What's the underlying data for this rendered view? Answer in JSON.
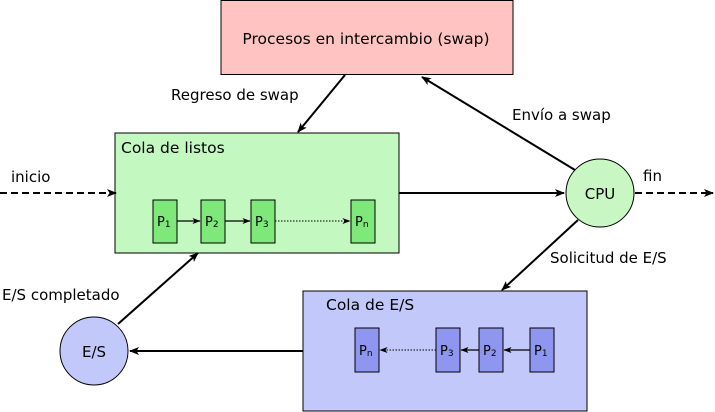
{
  "nodes": {
    "swap_box": "Procesos en intercambio (swap)",
    "ready_queue": "Cola de listos",
    "io_queue": "Cola de E/S",
    "cpu": "CPU",
    "io": "E/S"
  },
  "edges": {
    "start": "inicio",
    "end": "fin",
    "swap_return": "Regreso de swap",
    "swap_send": "Envío a swap",
    "io_request": "Solicitud de E/S",
    "io_done": "E/S completado"
  },
  "ready_processes": [
    {
      "label": "P",
      "sub": "1"
    },
    {
      "label": "P",
      "sub": "2"
    },
    {
      "label": "P",
      "sub": "3"
    },
    {
      "label": "P",
      "sub": "n"
    }
  ],
  "io_processes": [
    {
      "label": "P",
      "sub": "n"
    },
    {
      "label": "P",
      "sub": "3"
    },
    {
      "label": "P",
      "sub": "2"
    },
    {
      "label": "P",
      "sub": "1"
    }
  ],
  "colors": {
    "swap_fill": "#ffc4c2",
    "ready_fill": "#c3f8c0",
    "ready_process_fill": "#7ee87a",
    "io_fill": "#c3c8fb",
    "io_process_fill": "#8f96f0",
    "cpu_fill": "#c8f7c3",
    "io_node_fill": "#c3c8fb",
    "stroke": "#000000"
  }
}
